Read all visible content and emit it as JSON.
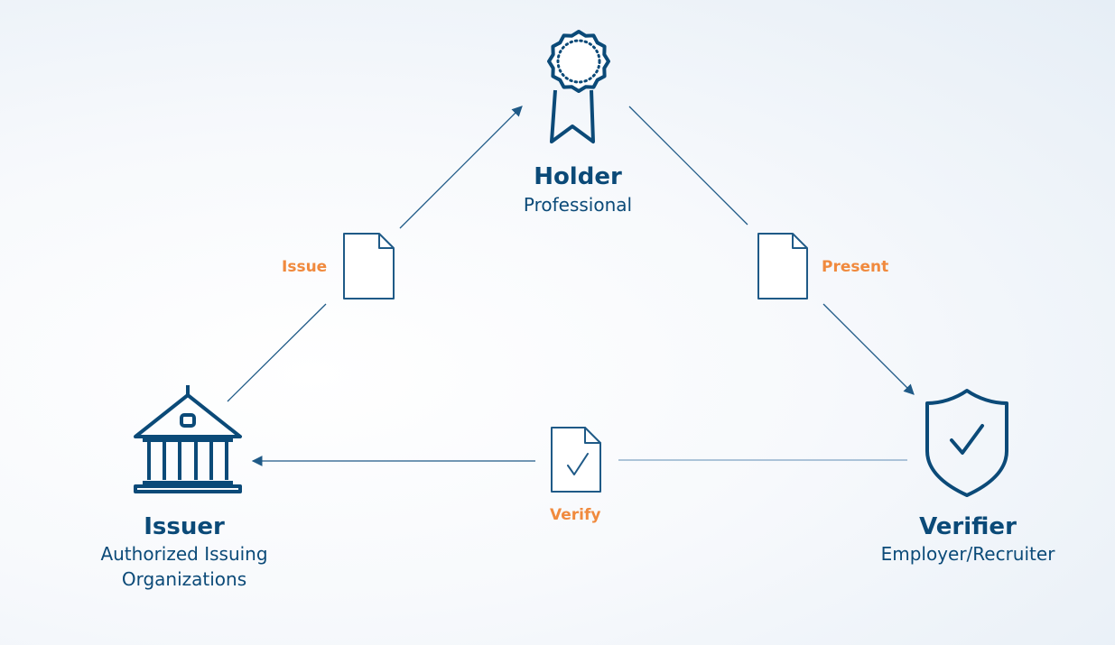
{
  "roles": {
    "holder": {
      "title": "Holder",
      "subtitle": "Professional"
    },
    "issuer": {
      "title": "Issuer",
      "subtitle_line1": "Authorized Issuing",
      "subtitle_line2": "Organizations"
    },
    "verifier": {
      "title": "Verifier",
      "subtitle": "Employer/Recruiter"
    }
  },
  "flows": {
    "issue": {
      "label": "Issue",
      "icon": "document-icon"
    },
    "present": {
      "label": "Present",
      "icon": "document-icon"
    },
    "verify": {
      "label": "Verify",
      "icon": "verified-document-icon"
    }
  },
  "icons": {
    "holder": "award-ribbon-icon",
    "issuer": "institution-building-icon",
    "verifier": "shield-check-icon"
  },
  "colors": {
    "primary": "#0b4a78",
    "accent": "#f08a3e",
    "line": "#1f5a87"
  }
}
